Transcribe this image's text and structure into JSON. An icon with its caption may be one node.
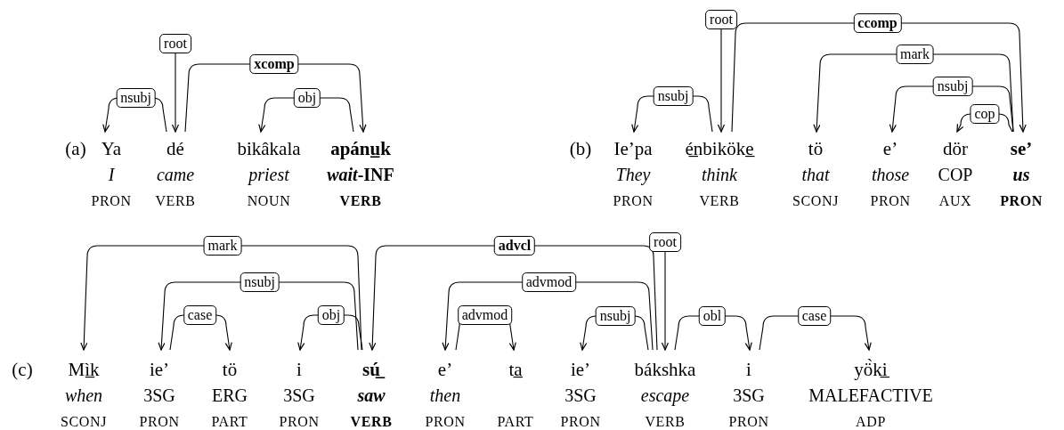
{
  "diagram": {
    "nodes": [
      {
        "text": [
          "Ya",
          "I",
          "PRON"
        ]
      },
      {
        "text": [
          "dé",
          "came",
          "VERB"
        ]
      },
      {
        "text": [
          "bikâkala",
          "priest",
          "NOUN"
        ]
      },
      {
        "text": [
          "apánu̲k",
          "*wait*-INF",
          "VERB"
        ]
      },
      {
        "text": [
          "Ie’pa",
          "They",
          "PRON"
        ]
      },
      {
        "text": [
          "é̲nbiköke̲",
          "think",
          "VERB"
        ]
      },
      {
        "text": [
          "tö",
          "that",
          "SCONJ"
        ]
      },
      {
        "text": [
          "e’",
          "those",
          "PRON"
        ]
      },
      {
        "text": [
          "dör",
          "COP",
          "AUX"
        ]
      },
      {
        "text": [
          "se’",
          "us",
          "PRON"
        ]
      },
      {
        "text": [
          "Mì̲k",
          "when",
          "SCONJ"
        ]
      },
      {
        "text": [
          "ie’",
          "3SG",
          "PRON"
        ]
      },
      {
        "text": [
          "tö",
          "ERG",
          "PART"
        ]
      },
      {
        "text": [
          "i",
          "3SG",
          "PRON"
        ]
      },
      {
        "text": [
          "sú̲",
          "saw",
          "VERB"
        ]
      },
      {
        "text": [
          "e’",
          "then",
          "PRON"
        ]
      },
      {
        "text": [
          "ta̲",
          "PART"
        ]
      },
      {
        "text": [
          "ie’",
          "3SG",
          "PRON"
        ]
      },
      {
        "text": [
          "bákshka",
          "escape",
          "VERB"
        ]
      },
      {
        "text": [
          "i",
          "3SG",
          "PRON"
        ]
      },
      {
        "text": [
          "yö̀ki̲",
          "MALEFACTIVE",
          "ADP"
        ]
      }
    ],
    "edges": [
      {
        "from": 1,
        "to": 0,
        "arrow": "to",
        "label": "nsubj"
      },
      {
        "from": null,
        "to": 1,
        "arrow": "to",
        "label": "root"
      },
      {
        "from": 1,
        "to": 3,
        "arrow": "to",
        "label": "xcomp"
      },
      {
        "from": 3,
        "to": 2,
        "arrow": "to",
        "label": "obj"
      },
      {
        "from": null,
        "to": 5,
        "arrow": "to",
        "label": "root"
      },
      {
        "from": 5,
        "to": 4,
        "arrow": "to",
        "label": "nsubj"
      },
      {
        "from": 5,
        "to": 9,
        "arrow": "to",
        "label": "ccomp"
      },
      {
        "from": 9,
        "to": 6,
        "arrow": "to",
        "label": "mark"
      },
      {
        "from": 9,
        "to": 7,
        "arrow": "to",
        "label": "nsubj"
      },
      {
        "from": 9,
        "to": 8,
        "arrow": "to",
        "label": "cop"
      },
      {
        "from": 14,
        "to": 10,
        "arrow": "to",
        "label": "mark"
      },
      {
        "from": 14,
        "to": 11,
        "arrow": "to",
        "label": "nsubj"
      },
      {
        "from": 11,
        "to": 12,
        "arrow": "to",
        "label": "case"
      },
      {
        "from": 14,
        "to": 13,
        "arrow": "to",
        "label": "obj"
      },
      {
        "from": 18,
        "to": 14,
        "arrow": "to",
        "label": "advcl"
      },
      {
        "from": 18,
        "to": 15,
        "arrow": "to",
        "label": "advmod"
      },
      {
        "from": 15,
        "to": 16,
        "arrow": "to",
        "label": "advmod"
      },
      {
        "from": 18,
        "to": 17,
        "arrow": "to",
        "label": "nsubj"
      },
      {
        "from": null,
        "to": 18,
        "arrow": "to",
        "label": "root"
      },
      {
        "from": 18,
        "to": 19,
        "arrow": "to",
        "label": "obl"
      },
      {
        "from": 19,
        "to": 20,
        "arrow": "to",
        "label": "case"
      }
    ],
    "labels": [
      "(a)",
      "(b)",
      "(c)"
    ]
  }
}
